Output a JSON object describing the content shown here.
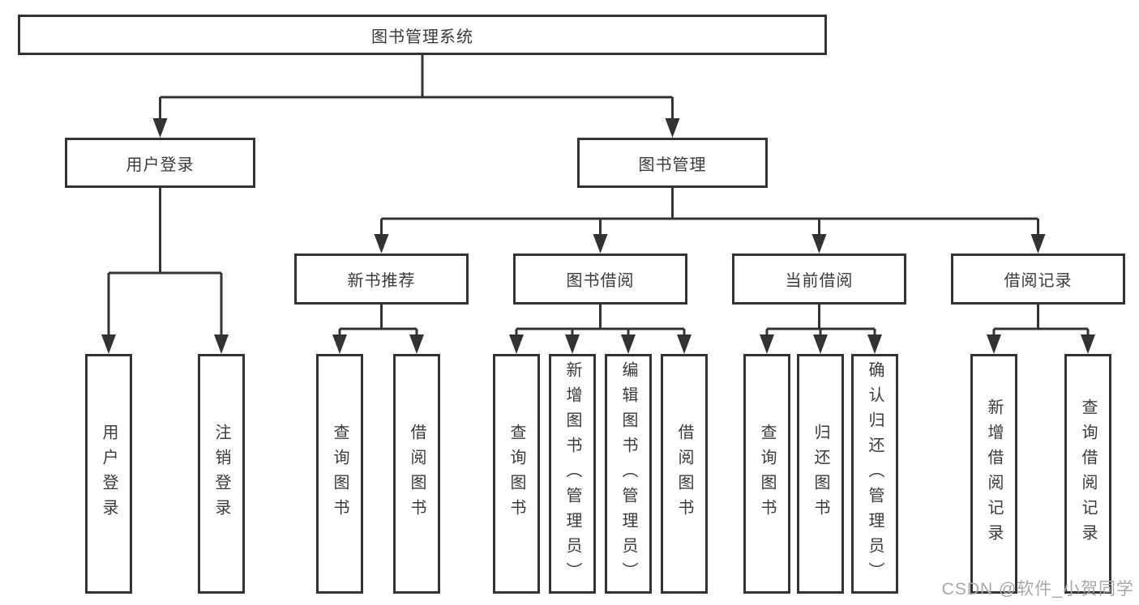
{
  "diagram": {
    "root": {
      "label": "图书管理系统"
    },
    "children": [
      {
        "label": "用户登录",
        "children": [
          {
            "label": "用户登录"
          },
          {
            "label": "注销登录"
          }
        ]
      },
      {
        "label": "图书管理",
        "children": [
          {
            "label": "新书推荐",
            "children": [
              {
                "label": "查询图书"
              },
              {
                "label": "借阅图书"
              }
            ]
          },
          {
            "label": "图书借阅",
            "children": [
              {
                "label": "查询图书"
              },
              {
                "label": "新增图书（管理员）"
              },
              {
                "label": "编辑图书（管理员）"
              },
              {
                "label": "借阅图书"
              }
            ]
          },
          {
            "label": "当前借阅",
            "children": [
              {
                "label": "查询图书"
              },
              {
                "label": "归还图书"
              },
              {
                "label": "确认归还（管理员）"
              }
            ]
          },
          {
            "label": "借阅记录",
            "children": [
              {
                "label": "新增借阅记录"
              },
              {
                "label": "查询借阅记录"
              }
            ]
          }
        ]
      }
    ]
  },
  "watermark": {
    "text": "CSDN @软件_小贺同学"
  },
  "colors": {
    "line": "#333333",
    "box_border": "#333333",
    "text": "#3a3a3a",
    "watermark": "#a8a8a8",
    "background": "#ffffff"
  }
}
